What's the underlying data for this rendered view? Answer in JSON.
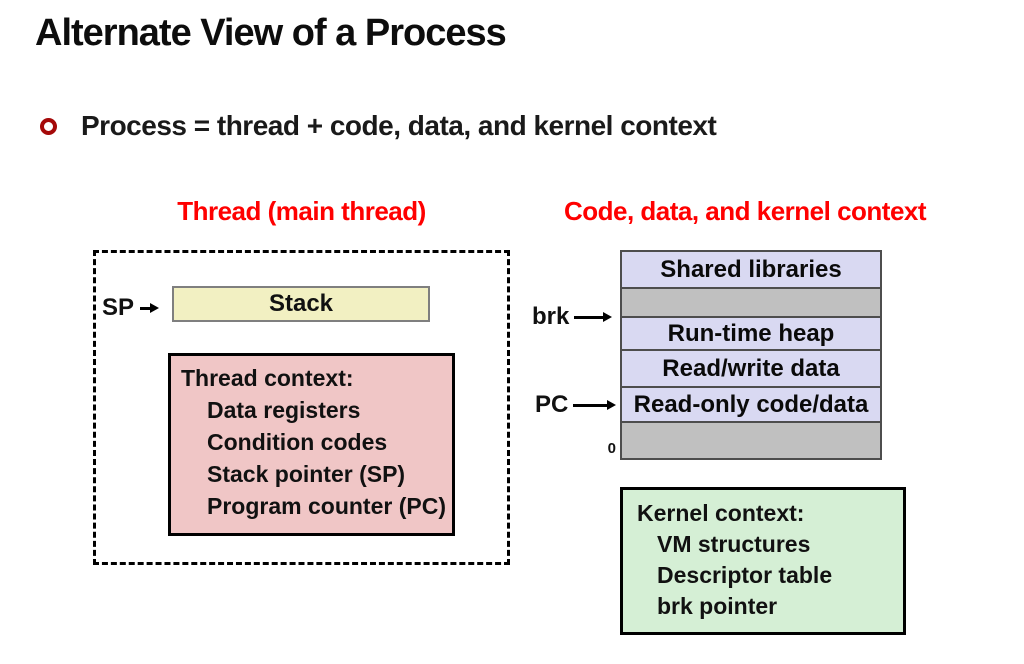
{
  "slide": {
    "title": "Alternate View of a Process",
    "bullet": {
      "text": "Process = thread + code, data, and kernel context"
    },
    "left": {
      "header": "Thread (main thread)",
      "sp_label": "SP",
      "stack_label": "Stack",
      "thread_context": {
        "title": "Thread context:",
        "items": [
          "Data registers",
          "Condition codes",
          "Stack pointer (SP)",
          "Program counter (PC)"
        ]
      }
    },
    "right": {
      "header": "Code, data, and kernel context",
      "memory_segments": [
        {
          "label": "Shared libraries",
          "type": "lavender"
        },
        {
          "label": "",
          "type": "gray"
        },
        {
          "label": "Run-time heap",
          "type": "lavender"
        },
        {
          "label": "Read/write data",
          "type": "lavender"
        },
        {
          "label": "Read-only code/data",
          "type": "lavender"
        },
        {
          "label": "",
          "type": "gray"
        }
      ],
      "brk_label": "brk",
      "pc_label": "PC",
      "zero_label": "0",
      "kernel_context": {
        "title": "Kernel context:",
        "items": [
          "VM structures",
          "Descriptor table",
          "brk pointer"
        ]
      }
    },
    "colors": {
      "header_red": "#ff0000",
      "bullet_ring_red": "#a50909",
      "stack_yellow": "#f2f0c2",
      "thread_context_pink": "#f0c6c6",
      "segment_lavender": "#d9d9f2",
      "segment_gray": "#c0c0c0",
      "kernel_green": "#d5efd5"
    }
  }
}
